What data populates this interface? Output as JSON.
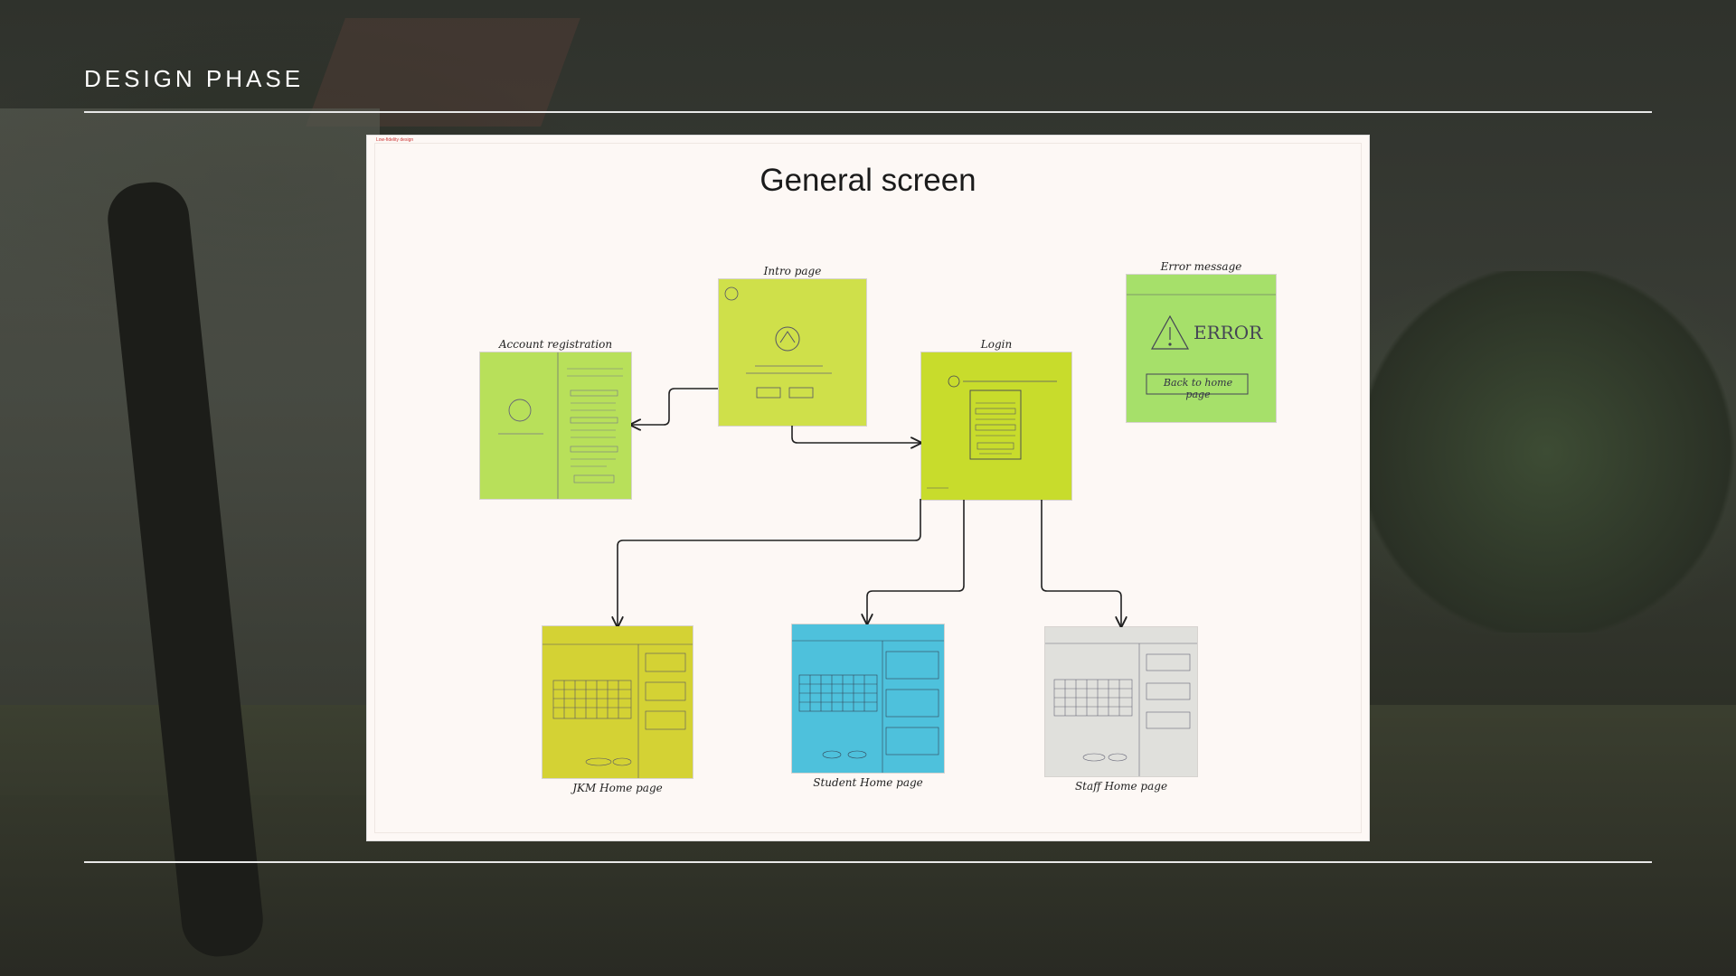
{
  "slide": {
    "title": "DESIGN PHASE"
  },
  "board": {
    "tag": "Low-fidelity design",
    "heading": "General screen"
  },
  "cards": {
    "intro": {
      "label": "Intro page",
      "color": "#cfe04a"
    },
    "error": {
      "label": "Error message",
      "color": "#a6e06a",
      "text": "ERROR",
      "button": "Back to home page"
    },
    "account": {
      "label": "Account registration",
      "color": "#b8e05a"
    },
    "login": {
      "label": "Login",
      "color": "#c8dc2c"
    },
    "jkm": {
      "label": "JKM Home page",
      "color": "#d4d234"
    },
    "student": {
      "label": "Student Home page",
      "color": "#4ec1dc"
    },
    "staff": {
      "label": "Staff Home page",
      "color": "#e0e0dc"
    }
  },
  "colors": {
    "accent_rule": "#e8e8e8",
    "board_bg": "#fdf8f5",
    "connector": "#222222"
  }
}
